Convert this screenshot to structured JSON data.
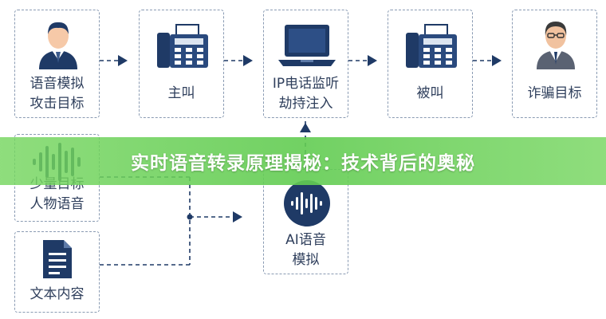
{
  "nodes": {
    "voice_attack": {
      "line1": "语音模拟",
      "line2": "攻击目标"
    },
    "caller": {
      "label": "主叫"
    },
    "ip_inject": {
      "line1": "IP电话监听",
      "line2": "劫持注入"
    },
    "callee": {
      "label": "被叫"
    },
    "fraud_target": {
      "label": "诈骗目标"
    },
    "target_voice": {
      "line1": "少量目标",
      "line2": "人物语音"
    },
    "text_content": {
      "label": "文本内容"
    },
    "ai_voice": {
      "line1": "AI语音",
      "line2": "模拟"
    }
  },
  "banner": {
    "title": "实时语音转录原理揭秘：技术背后的奥秘"
  },
  "colors": {
    "line": "#1f3a66",
    "box_border": "#8a9bb3",
    "text": "#2f3f5c",
    "banner": "#6cd05a",
    "ai_circle": "#1f3a66"
  },
  "icons": [
    "person-icon",
    "fax-phone-icon",
    "laptop-icon",
    "fax-phone-icon",
    "businessman-icon",
    "waveform-icon",
    "document-icon",
    "voice-circle-icon"
  ]
}
